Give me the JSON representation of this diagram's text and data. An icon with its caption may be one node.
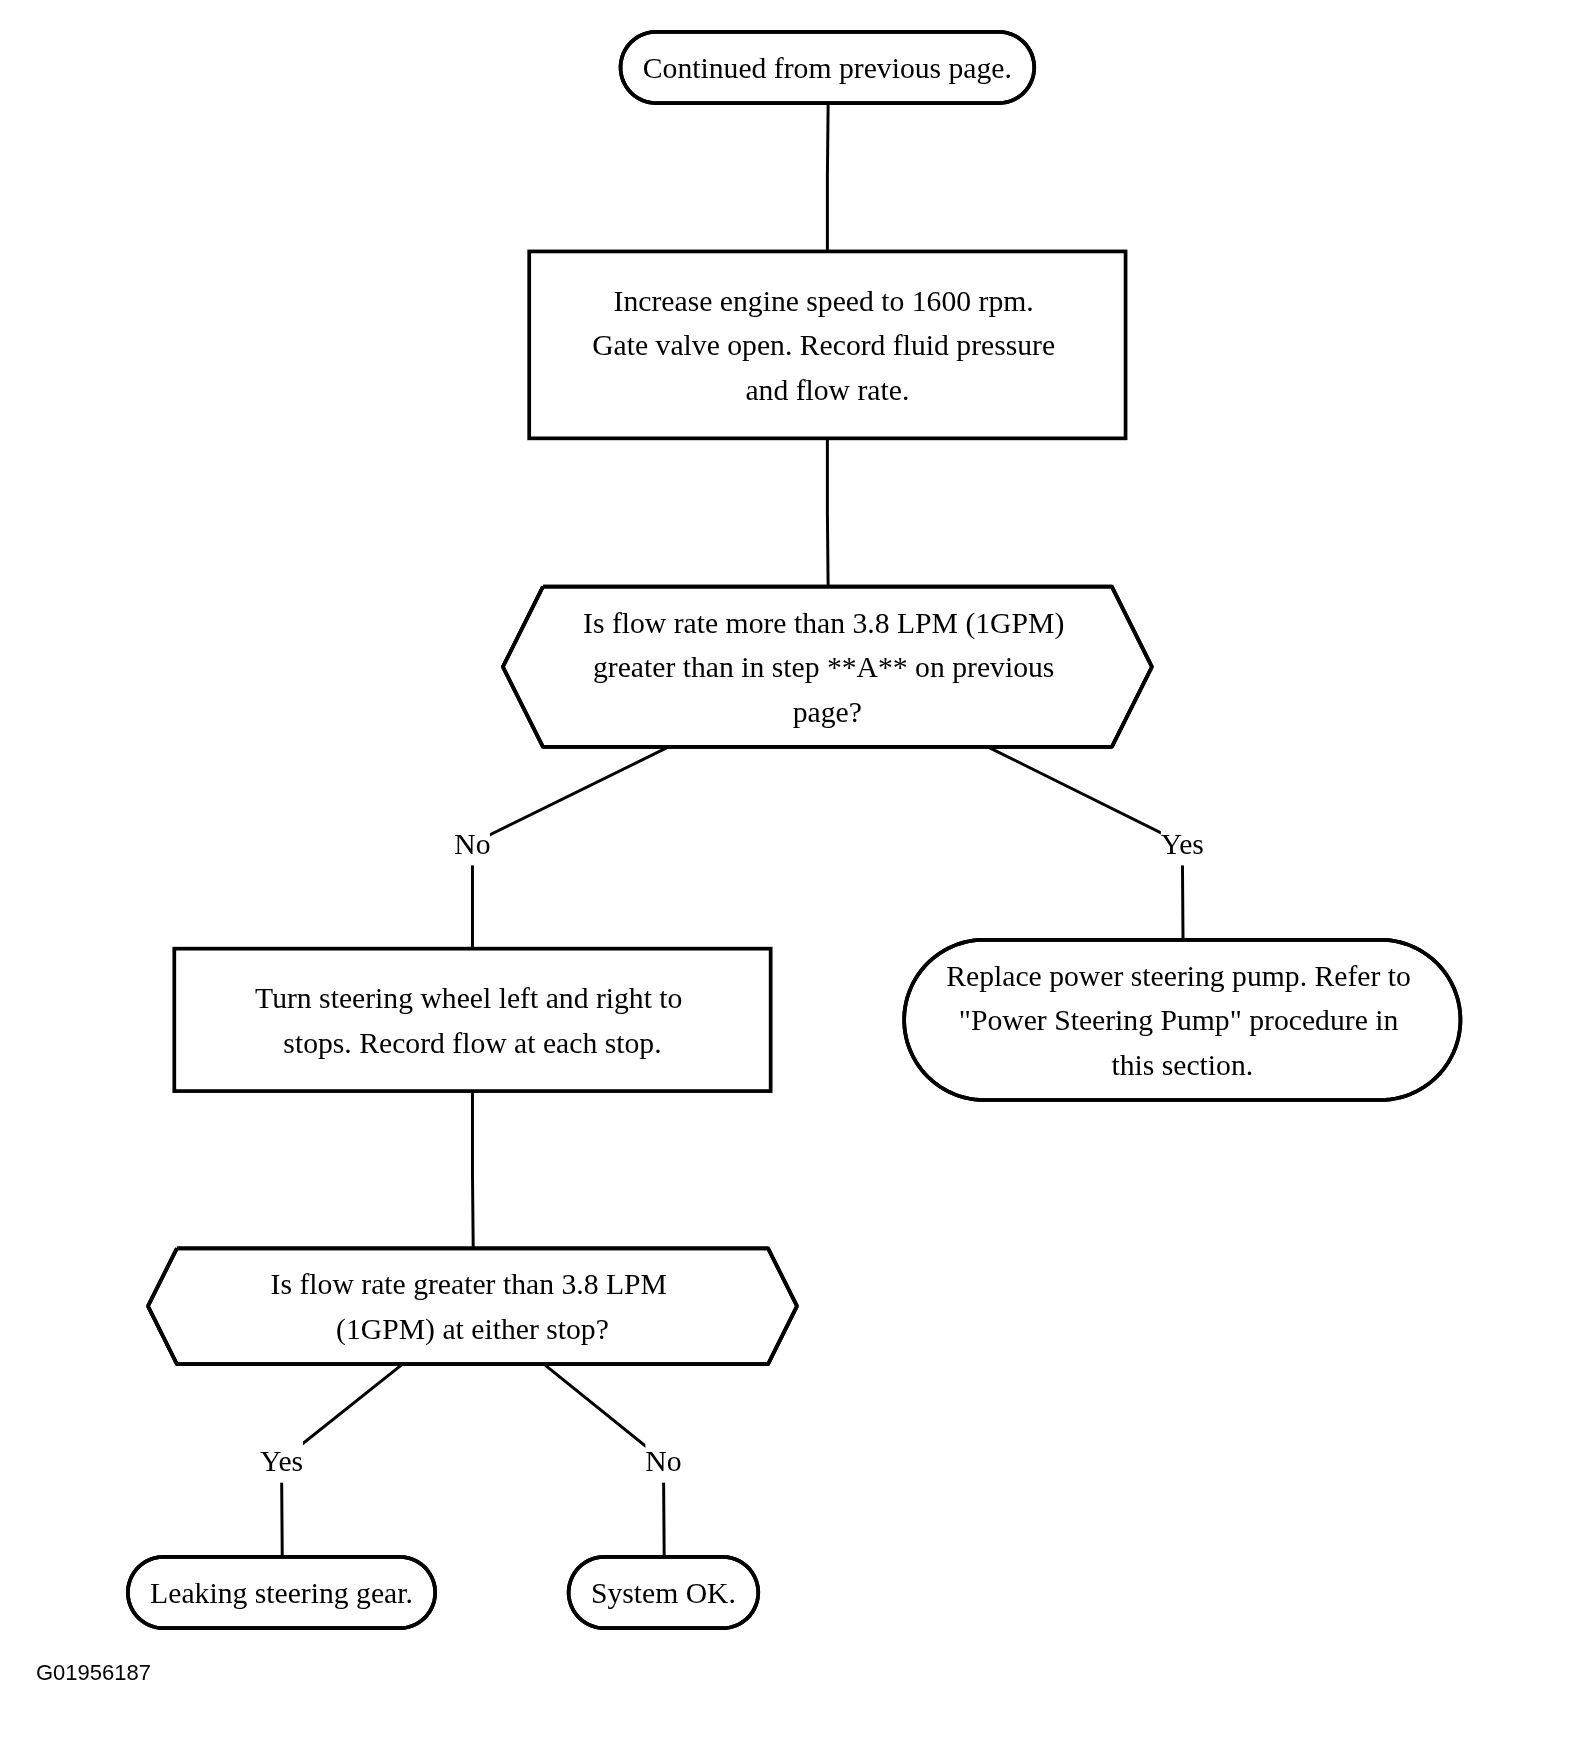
{
  "diagram": {
    "nodes": [
      {
        "text": [
          "Continued from previous page."
        ]
      },
      {
        "text": [
          "Increase engine speed to 1600 rpm. Gate valve open. Record fluid pressure and flow rate."
        ]
      },
      {
        "text": [
          "Is flow rate more than 3.8 LPM (1GPM) greater than in step **A** on previous page?"
        ]
      },
      {
        "text": [
          "Replace power steering pump. Refer to \"Power Steering Pump\" procedure in this section."
        ]
      },
      {
        "text": [
          "Turn steering wheel left and right to stops. Record flow at each stop."
        ]
      },
      {
        "text": [
          "Is flow rate greater than 3.8 LPM (1GPM) at either stop?"
        ]
      },
      {
        "text": [
          "Leaking steering gear."
        ]
      },
      {
        "text": [
          "System OK."
        ]
      }
    ],
    "edges": [
      {
        "from": 0,
        "to": 1,
        "arrow": "none"
      },
      {
        "from": 1,
        "to": 2,
        "arrow": "none"
      },
      {
        "from": 2,
        "to": 3,
        "label": "Yes",
        "arrow": "none"
      },
      {
        "from": 2,
        "to": 4,
        "label": "No",
        "arrow": "none"
      },
      {
        "from": 4,
        "to": 5,
        "arrow": "none"
      },
      {
        "from": 5,
        "to": 6,
        "label": "Yes",
        "arrow": "none"
      },
      {
        "from": 5,
        "to": 7,
        "label": "No",
        "arrow": "none"
      }
    ],
    "labels": [
      "G01956187"
    ]
  }
}
